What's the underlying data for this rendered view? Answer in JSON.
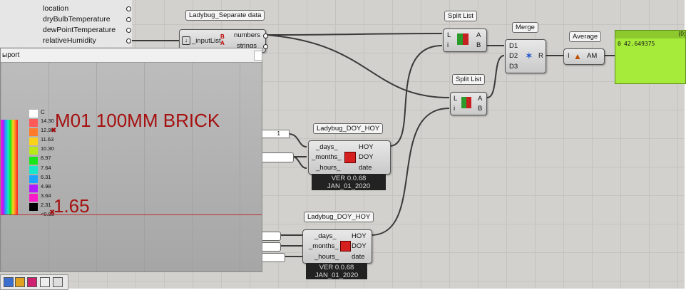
{
  "outputs": {
    "items": [
      "location",
      "dryBulbTemperature",
      "dewPointTemperature",
      "relativeHumidity"
    ]
  },
  "separate": {
    "title": "Ladybug_Separate data",
    "input": "_inputList",
    "out1": "numbers",
    "out2": "strings"
  },
  "split1": {
    "title": "Split List",
    "in1": "L",
    "in2": "i",
    "out1": "A",
    "out2": "B"
  },
  "split2": {
    "title": "Split List",
    "in1": "L",
    "in2": "i",
    "out1": "A",
    "out2": "B"
  },
  "merge": {
    "title": "Merge",
    "in1": "D1",
    "in2": "D2",
    "in3": "D3",
    "out": "R"
  },
  "average": {
    "title": "Average",
    "in": "I",
    "out": "AM"
  },
  "panel": {
    "header": "{0;",
    "index": "0",
    "value": "42.649375"
  },
  "number_input": "1",
  "doy1": {
    "title": "Ladybug_DOY_HOY",
    "in1": "_days_",
    "in2": "_months_",
    "in3": "_hours_",
    "out1": "HOY",
    "out2": "DOY",
    "out3": "date",
    "ver": "VER 0.0.68",
    "date": "JAN_01_2020"
  },
  "doy2": {
    "title": "Ladybug_DOY_HOY",
    "in1": "_days_",
    "in2": "_months_",
    "in3": "_hours_",
    "out1": "HOY",
    "out2": "DOY",
    "out3": "date",
    "ver": "VER 0.0.68",
    "date": "JAN_01_2020"
  },
  "viewport": {
    "title": "ыport",
    "legend_unit": "C",
    "legend_labels": [
      "14.30",
      "12.98",
      "11.63",
      "10.30",
      "8.97",
      "7.64",
      "6.31",
      "4.98",
      "3.64",
      "2.31",
      "<0.98"
    ],
    "legend_colors": [
      "#ffffff",
      "#ff5a5a",
      "#ff7b2a",
      "#ffd21a",
      "#b9e81a",
      "#19e619",
      "#19e6c8",
      "#1aa3ff",
      "#b21aff",
      "#ff1ac8",
      "#000000"
    ],
    "label_main": "M01 100MM BRICK",
    "label_value": "1.65"
  },
  "colors": {
    "panel_green": "#a6ea3a",
    "label_red": "#a51010"
  }
}
